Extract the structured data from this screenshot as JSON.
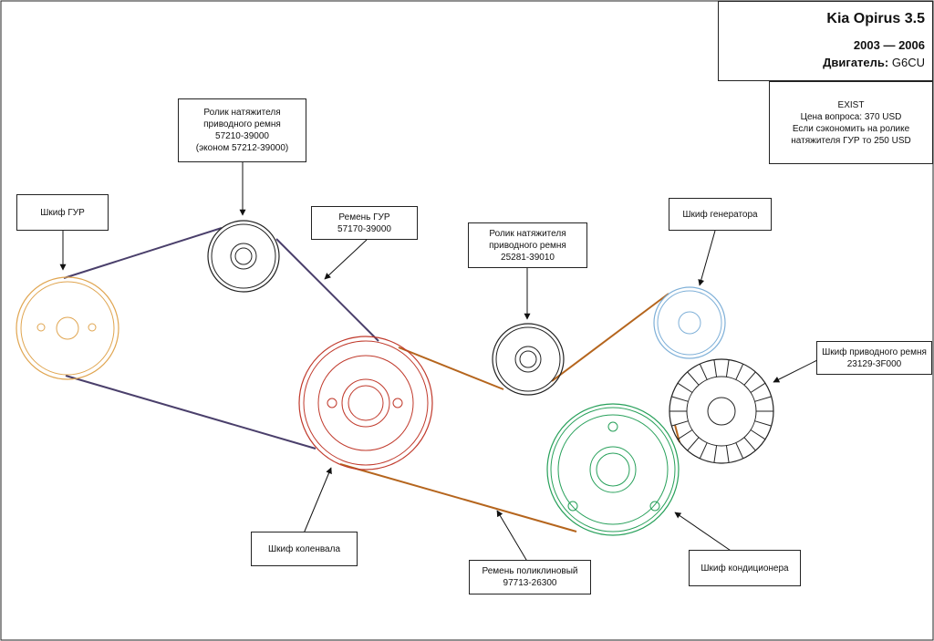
{
  "header": {
    "model": "Kia Opirus 3.5",
    "years": "2003 — 2006",
    "engine_label": "Двигатель:",
    "engine_code": "G6CU"
  },
  "price_note": {
    "line1": "EXIST",
    "line2": "Цена вопроса: 370 USD",
    "line3": "Если сэкономить на ролике",
    "line4": "натяжителя ГУР то 250 USD"
  },
  "labels": {
    "ps_pulley": "Шкиф ГУР",
    "tensioner1_l1": "Ролик натяжителя",
    "tensioner1_l2": "приводного ремня",
    "tensioner1_l3": "57210-39000",
    "tensioner1_l4": "(эконом 57212-39000)",
    "ps_belt_l1": "Ремень ГУР",
    "ps_belt_l2": "57170-39000",
    "tensioner2_l1": "Ролик натяжителя",
    "tensioner2_l2": "приводного ремня",
    "tensioner2_l3": "25281-39010",
    "generator_pulley": "Шкиф генератора",
    "drive_pulley_l1": "Шкиф приводного ремня",
    "drive_pulley_l2": "23129-3F000",
    "crank_pulley": "Шкиф коленвала",
    "poly_belt_l1": "Ремень поликлиновый",
    "poly_belt_l2": "97713-26300",
    "ac_pulley": "Шкиф кондиционера"
  },
  "colors": {
    "ps_belt": "#4a3f6b",
    "poly_belt": "#b5651d",
    "ps_pulley": "#e0a550",
    "crank_pulley": "#c0392b",
    "ac_pulley": "#27a05a",
    "generator_pulley": "#7fb0d8",
    "tensioner": "#222222"
  }
}
